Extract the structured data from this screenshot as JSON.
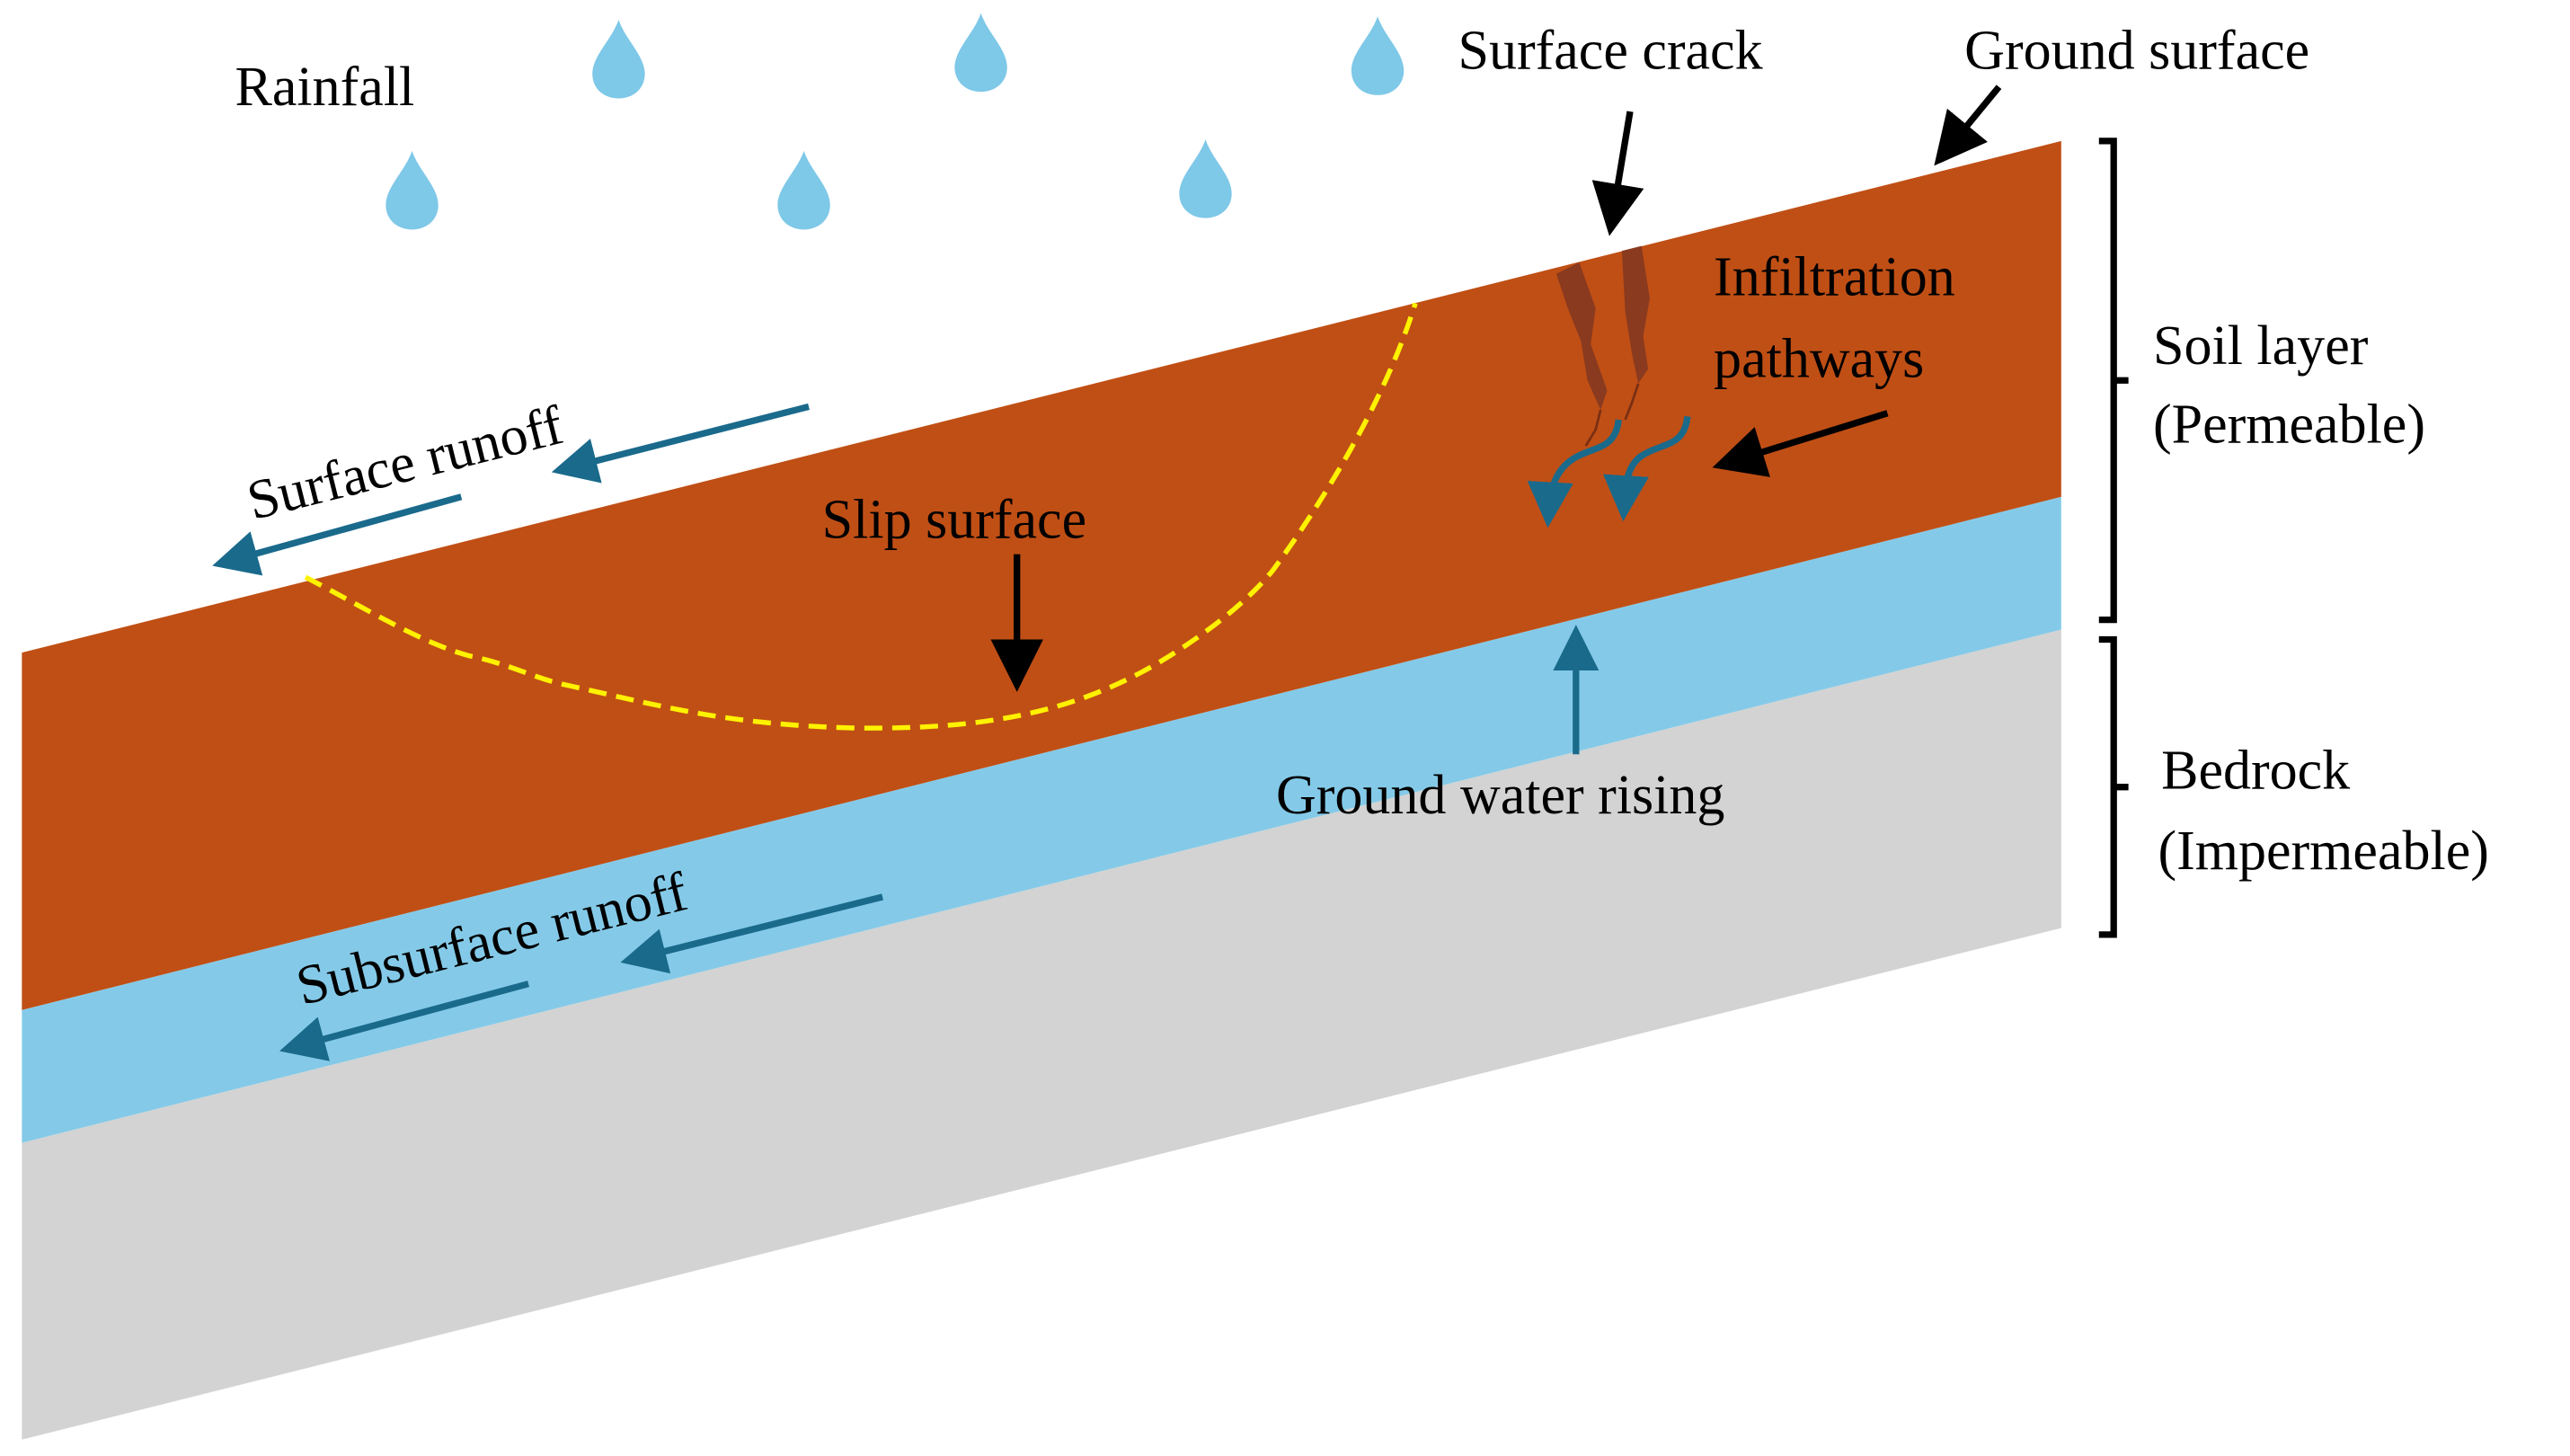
{
  "labels": {
    "rainfall": "Rainfall",
    "surface_crack": "Surface crack",
    "ground_surface": "Ground surface",
    "infiltration_line1": "Infiltration",
    "infiltration_line2": "pathways",
    "soil_layer_line1": "Soil layer",
    "soil_layer_line2": "(Permeable)",
    "surface_runoff": "Surface runoff",
    "slip_surface": "Slip surface",
    "ground_water_rising": "Ground water rising",
    "bedrock_line1": "Bedrock",
    "bedrock_line2": "(Impermeable)",
    "subsurface_runoff": "Subsurface runoff"
  },
  "colors": {
    "soil": "#C04F15",
    "groundwater": "#84CAE8",
    "bedrock": "#D3D3D3",
    "raindrop": "#7EC8E8",
    "flow_arrow": "#1A6A8C",
    "slip_line": "#FFF200",
    "crack": "#8A3A1E",
    "pointer": "#000000"
  },
  "icons": {
    "raindrop": "raindrop-icon"
  }
}
